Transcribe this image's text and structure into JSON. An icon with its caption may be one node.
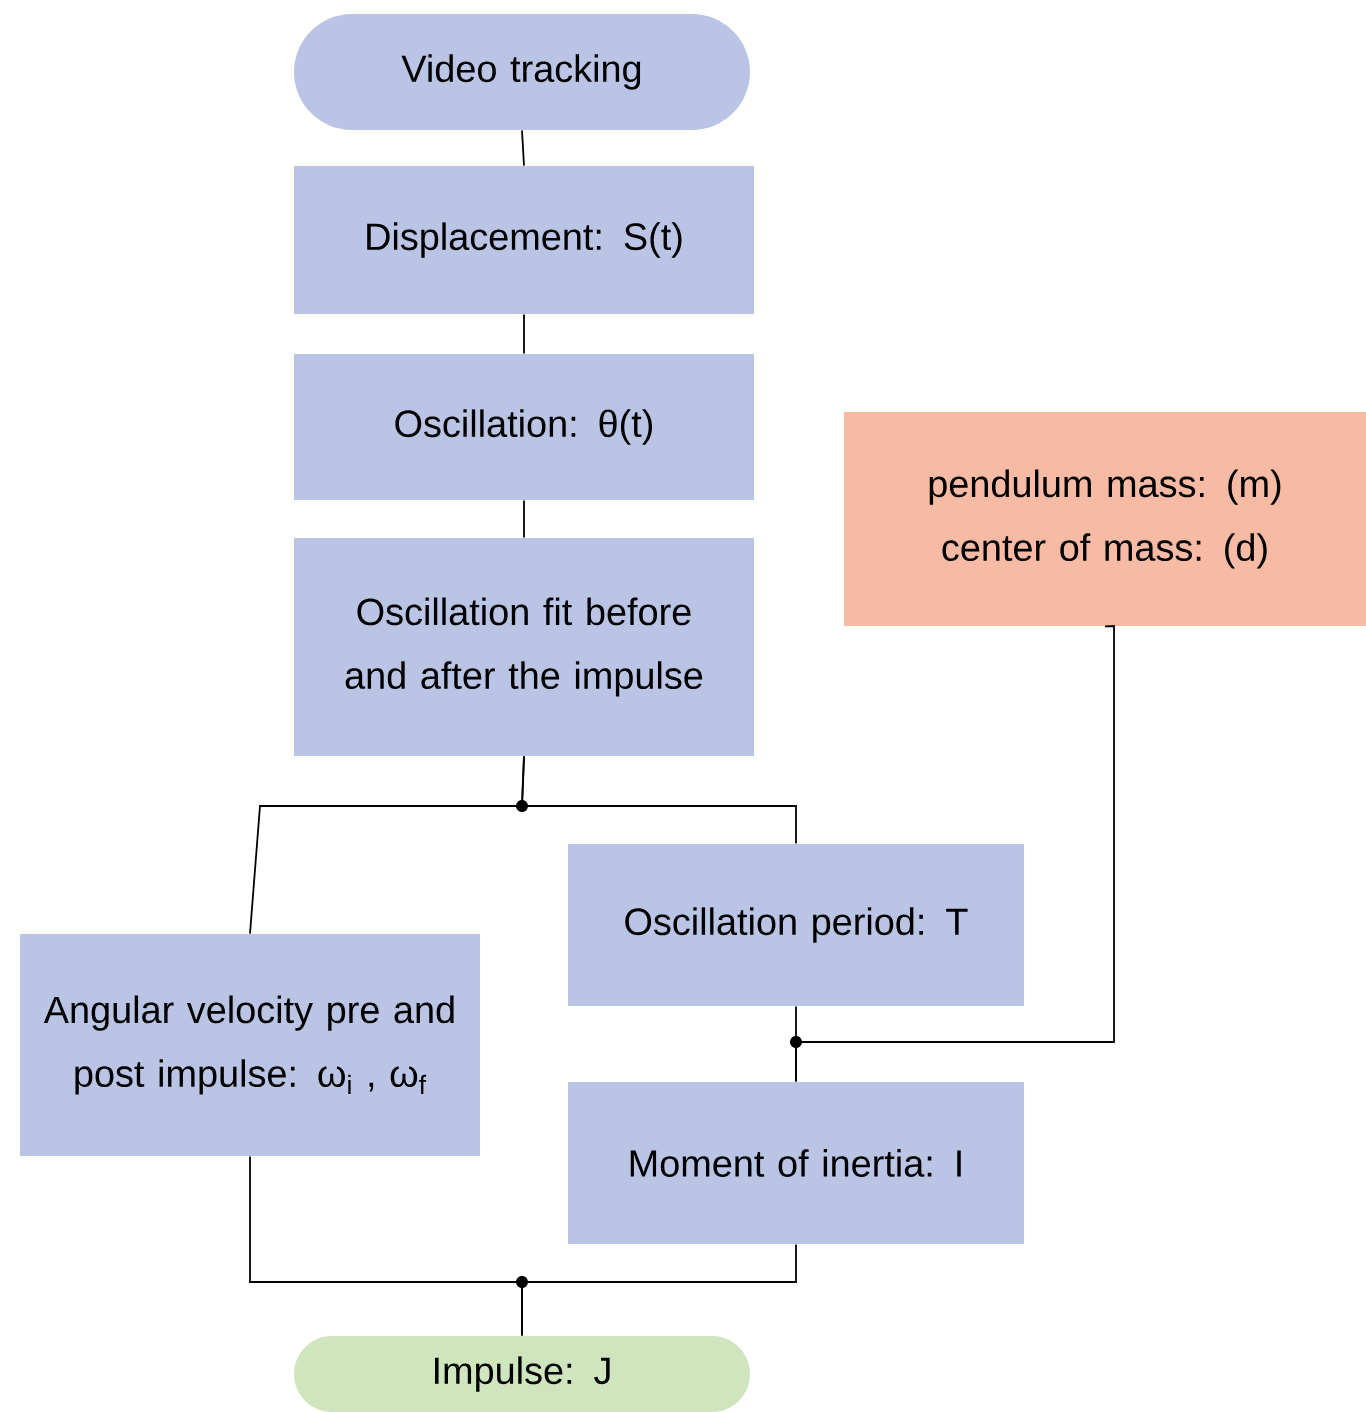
{
  "diagram": {
    "nodes": [
      {
        "text": [
          "Video tracking"
        ]
      },
      {
        "text": [
          "Displacement: S(t)"
        ]
      },
      {
        "text": [
          "Oscillation: θ(t)"
        ]
      },
      {
        "text": [
          "Oscillation fit before and after the impulse"
        ]
      },
      {
        "text": [
          "pendulum mass: (m)",
          "center of mass: (d)"
        ]
      },
      {
        "text": [
          "Oscillation period: T"
        ]
      },
      {
        "text": [
          "Angular velocity pre and post impulse: ω$_{i}$ , ω$_{f}$"
        ]
      },
      {
        "text": [
          "Moment of inertia: I"
        ]
      },
      {
        "text": [
          "Impulse: J"
        ]
      }
    ],
    "edges": [
      {
        "from": 0,
        "to": 1,
        "arrow": "none"
      },
      {
        "from": 1,
        "to": 2,
        "arrow": "none"
      },
      {
        "from": 2,
        "to": 3,
        "arrow": "none"
      },
      {
        "from": 3,
        "to": 6,
        "arrow": "none"
      },
      {
        "from": 3,
        "to": 5,
        "arrow": "none"
      },
      {
        "from": 5,
        "to": 7,
        "arrow": "none"
      },
      {
        "from": 4,
        "to": 7,
        "arrow": "none"
      },
      {
        "from": 6,
        "to": 8,
        "arrow": "none"
      },
      {
        "from": 7,
        "to": 8,
        "arrow": "none"
      }
    ]
  }
}
